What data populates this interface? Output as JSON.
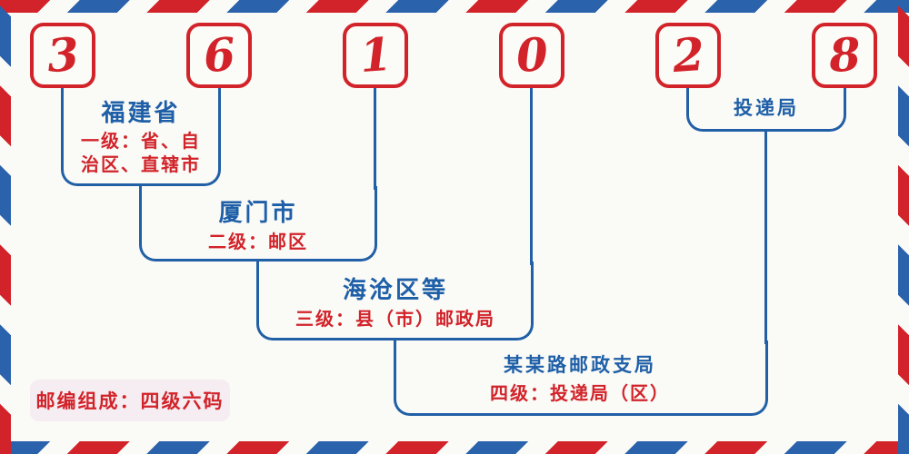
{
  "diagram": {
    "description_colors": {
      "accent_red": "#d2232a",
      "accent_blue": "#1e5fa8",
      "line_blue": "#2160a6",
      "background": "#fafaf6",
      "badge_background": "#f5edf1"
    },
    "code": {
      "digits": [
        "3",
        "6",
        "1",
        "0",
        "2",
        "8"
      ]
    },
    "levels": [
      {
        "title": "福建省",
        "desc": "一级：省、自治区、直辖市",
        "desc_lines": [
          "一级：省、自",
          "治区、直辖市"
        ]
      },
      {
        "title": "厦门市",
        "desc": "二级：邮区",
        "desc_lines": [
          "二级：邮区"
        ]
      },
      {
        "title": "海沧区等",
        "desc": "三级：县（市）邮政局",
        "desc_lines": [
          "三级：县（市）邮政局"
        ]
      },
      {
        "title": "某某路邮政支局",
        "desc": "四级：投递局（区）",
        "desc_lines": [
          "四级：投递局（区）"
        ]
      },
      {
        "title": "投递局",
        "desc": "",
        "desc_lines": []
      }
    ],
    "footer": {
      "badge_label": "邮编组成：四级六码"
    }
  }
}
